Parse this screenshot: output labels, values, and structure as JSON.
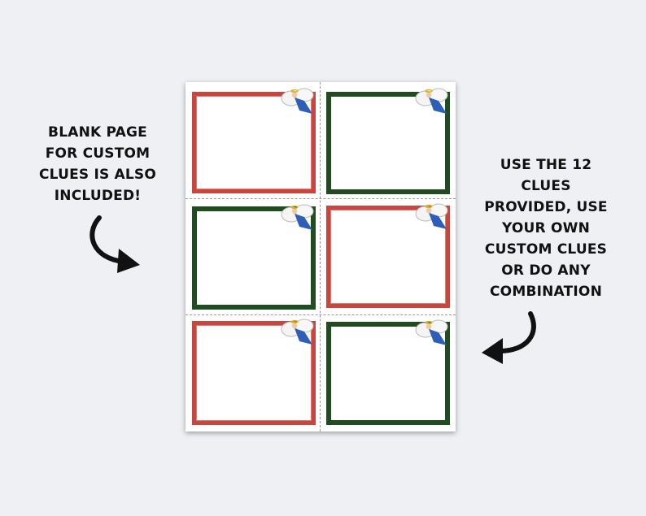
{
  "left_caption": {
    "lines": [
      "BLANK PAGE",
      "FOR CUSTOM",
      "CLUES IS ALSO",
      "INCLUDED!"
    ]
  },
  "right_caption": {
    "lines": [
      "USE THE 12",
      "CLUES",
      "PROVIDED, USE",
      "YOUR OWN",
      "CUSTOM CLUES",
      "OR DO ANY",
      "COMBINATION"
    ]
  },
  "sheet": {
    "cards": [
      {
        "frame": "red",
        "decoration": "angel-icon"
      },
      {
        "frame": "green",
        "decoration": "angel-icon"
      },
      {
        "frame": "green",
        "decoration": "angel-icon"
      },
      {
        "frame": "red",
        "decoration": "angel-icon"
      },
      {
        "frame": "red",
        "decoration": "angel-icon"
      },
      {
        "frame": "green",
        "decoration": "angel-icon"
      }
    ]
  },
  "colors": {
    "background": "#eef0f3",
    "red_frame": "#c8463e",
    "green_frame": "#1f4d1f",
    "text": "#111111",
    "angel_robe": "#2d5fb8"
  }
}
